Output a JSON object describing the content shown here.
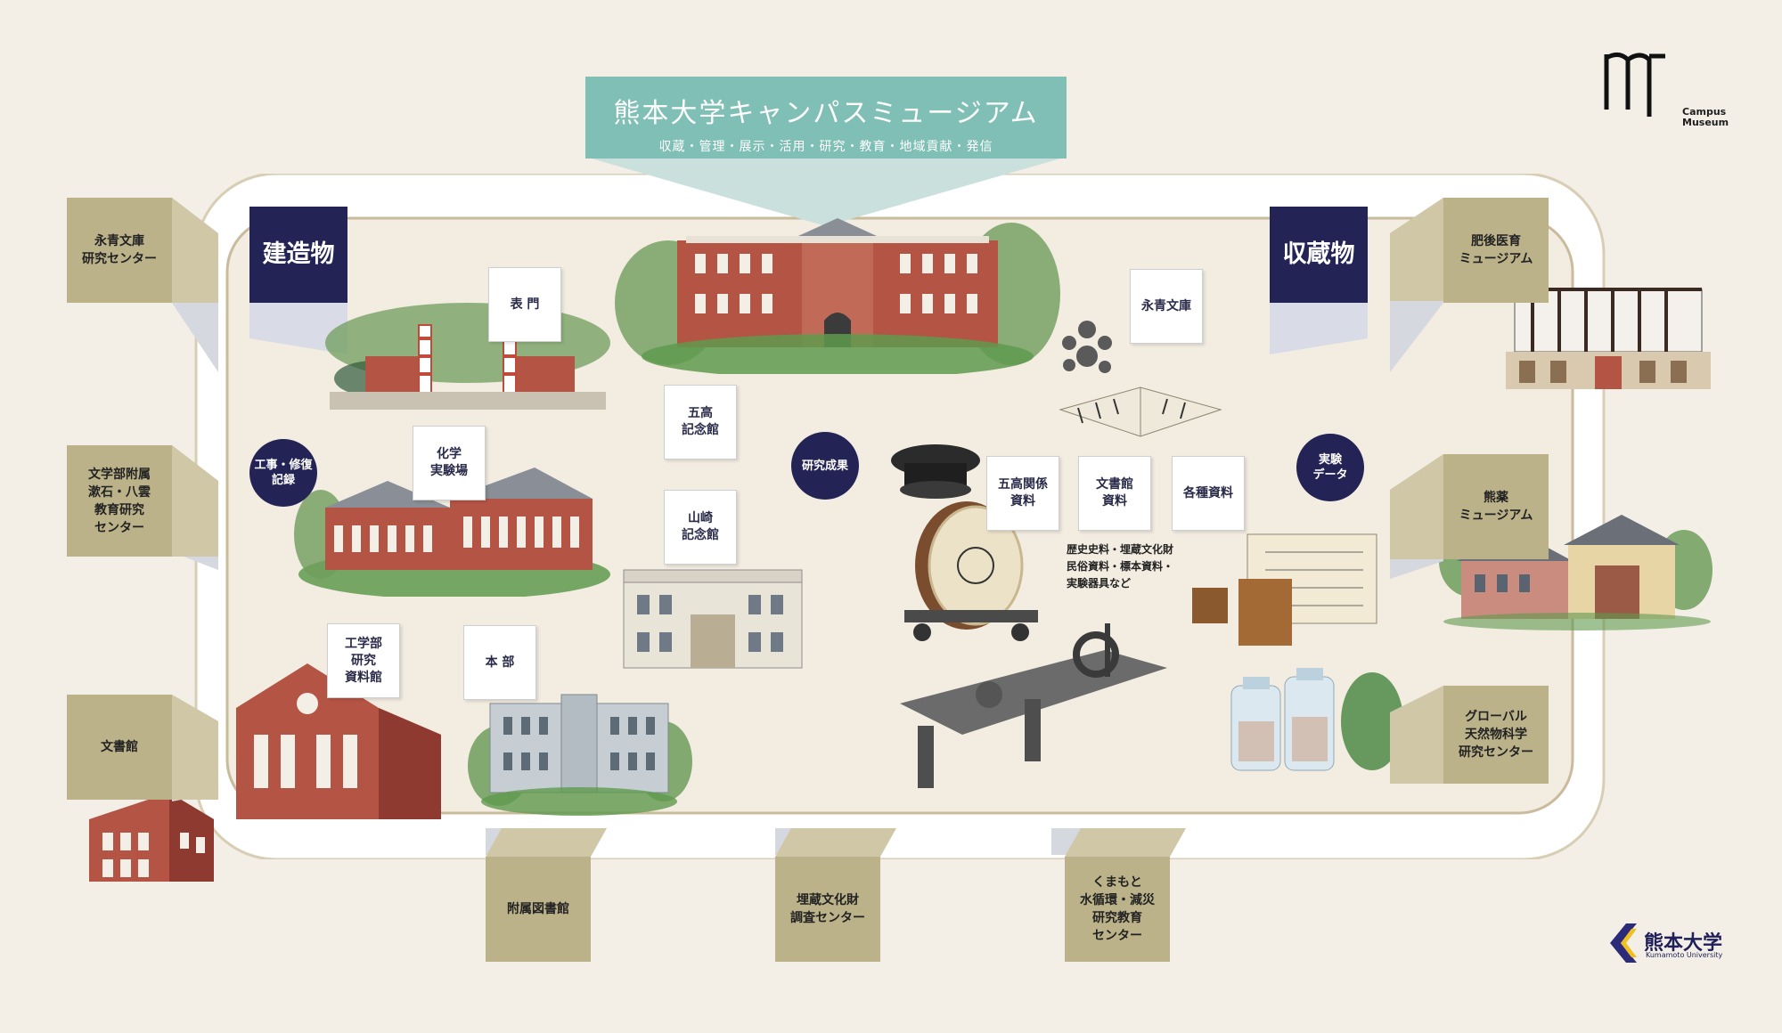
{
  "header": {
    "title": "熊本大学キャンパスミュージアム",
    "subtitle": "収蔵・管理・展示・活用・研究・教育・地域貢献・発信"
  },
  "logos": {
    "campus_museum": "Campus\nMuseum",
    "university_name": "熊本大学",
    "university_name_en": "Kumamoto University"
  },
  "categories": {
    "buildings": "建造物",
    "collections": "収蔵物"
  },
  "building_labels": {
    "omotemon": "表 門",
    "goko": "五高\n記念館",
    "chemistry": "化学\n実験場",
    "yamasaki": "山崎\n記念館",
    "engineering": "工学部\n研究\n資料館",
    "honbu": "本 部"
  },
  "collection_labels": {
    "eisei_bunko": "永青文庫",
    "goko_materials": "五高関係\n資料",
    "archives_materials": "文書館\n資料",
    "various_materials": "各種資料",
    "collection_note": "歴史史料・埋蔵文化財\n民俗資料・標本資料・\n実験器具など"
  },
  "circles": {
    "restoration": "工事・修復\n記録",
    "research": "研究成果",
    "experiment": "実験\nデータ"
  },
  "centers_left": [
    "永青文庫\n研究センター",
    "文学部附属\n漱石・八雲\n教育研究\nセンター",
    "文書館"
  ],
  "centers_bottom": [
    "附属図書館",
    "埋蔵文化財\n調査センター",
    "くまもと\n水循環・減災\n研究教育\nセンター"
  ],
  "centers_right": [
    "肥後医育\nミュージアム",
    "熊薬\nミュージアム",
    "グローバル\n天然物科学\n研究センター"
  ],
  "colors": {
    "background": "#f4efe6",
    "banner": "#7fbfb5",
    "navy": "#232356",
    "gold": "#bbb28a",
    "brick": "#a8453a"
  }
}
